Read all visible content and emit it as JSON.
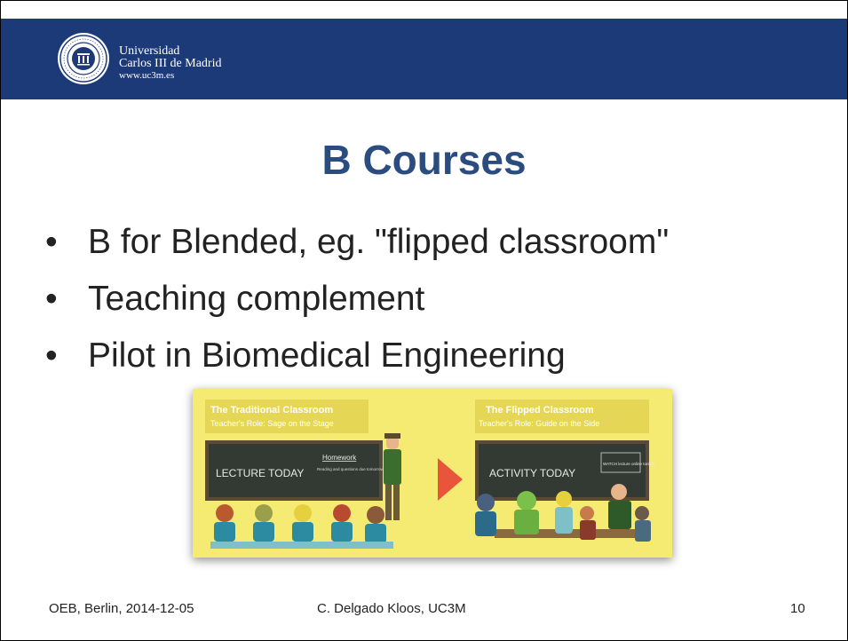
{
  "header": {
    "university_line1": "Universidad",
    "university_line2": "Carlos III de Madrid",
    "website": "www.uc3m.es",
    "bar_color": "#1d3a78"
  },
  "slide": {
    "title": "B Courses",
    "bullets": [
      "B for Blended, eg. \"flipped classroom\"",
      "Teaching complement",
      "Pilot in Biomedical Engineering"
    ]
  },
  "figure": {
    "left_panel": {
      "heading": "The Traditional Classroom",
      "subheading": "Teacher's Role: Sage on the Stage",
      "board_text": "LECTURE TODAY",
      "note_title": "Homework",
      "note_text": "Reading and questions due tomorrow"
    },
    "right_panel": {
      "heading": "The Flipped Classroom",
      "subheading": "Teacher's Role: Guide on the Side",
      "board_text": "ACTIVITY TODAY",
      "note_text": "WATCH lecture online tonight"
    }
  },
  "footer": {
    "left": "OEB, Berlin, 2014-12-05",
    "center": "C. Delgado Kloos, UC3M",
    "page_number": "10"
  }
}
